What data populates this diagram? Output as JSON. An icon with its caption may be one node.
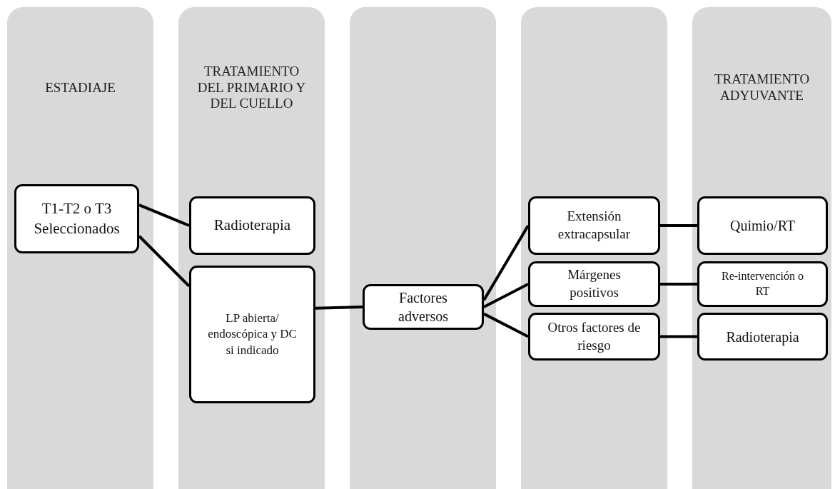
{
  "diagram": {
    "nodes": [
      {
        "text": [
          "ESTADIAJE"
        ]
      },
      {
        "text": [
          "T1-T2 o T3 Seleccionados"
        ],
        "in": 0
      },
      {
        "text": [
          "TRATAMIENTO DEL PRIMARIO Y DEL CUELLO"
        ]
      },
      {
        "text": [
          "Radioterapia"
        ],
        "in": 2
      },
      {
        "text": [
          "LP abierta/ endoscópica y DC si indicado"
        ],
        "in": 2
      },
      {
        "text": [],
        "shape": "box"
      },
      {
        "text": [
          "Factores adversos"
        ],
        "in": 5
      },
      {
        "text": [],
        "shape": "box"
      },
      {
        "text": [
          "Extensión extracapsular"
        ],
        "in": 7
      },
      {
        "text": [
          "Márgenes positivos"
        ],
        "in": 7
      },
      {
        "text": [
          "Otros factores de riesgo"
        ],
        "in": 7
      },
      {
        "text": [
          "TRATAMIENTO ADYUVANTE"
        ]
      },
      {
        "text": [
          "Quimio/RT"
        ],
        "in": 11
      },
      {
        "text": [
          "Re-intervención o RT"
        ],
        "in": 11
      },
      {
        "text": [
          "Radioterapia"
        ],
        "in": 11
      }
    ],
    "edges": [
      {
        "from": 1,
        "to": 3,
        "arrow": "none"
      },
      {
        "from": 1,
        "to": 4,
        "arrow": "none"
      },
      {
        "from": 4,
        "to": 6,
        "arrow": "none"
      },
      {
        "from": 6,
        "to": 8,
        "arrow": "none"
      },
      {
        "from": 6,
        "to": 9,
        "arrow": "none"
      },
      {
        "from": 6,
        "to": 10,
        "arrow": "none"
      },
      {
        "from": 8,
        "to": 12,
        "arrow": "none"
      },
      {
        "from": 9,
        "to": 13,
        "arrow": "none"
      },
      {
        "from": 10,
        "to": 14,
        "arrow": "none"
      }
    ]
  }
}
